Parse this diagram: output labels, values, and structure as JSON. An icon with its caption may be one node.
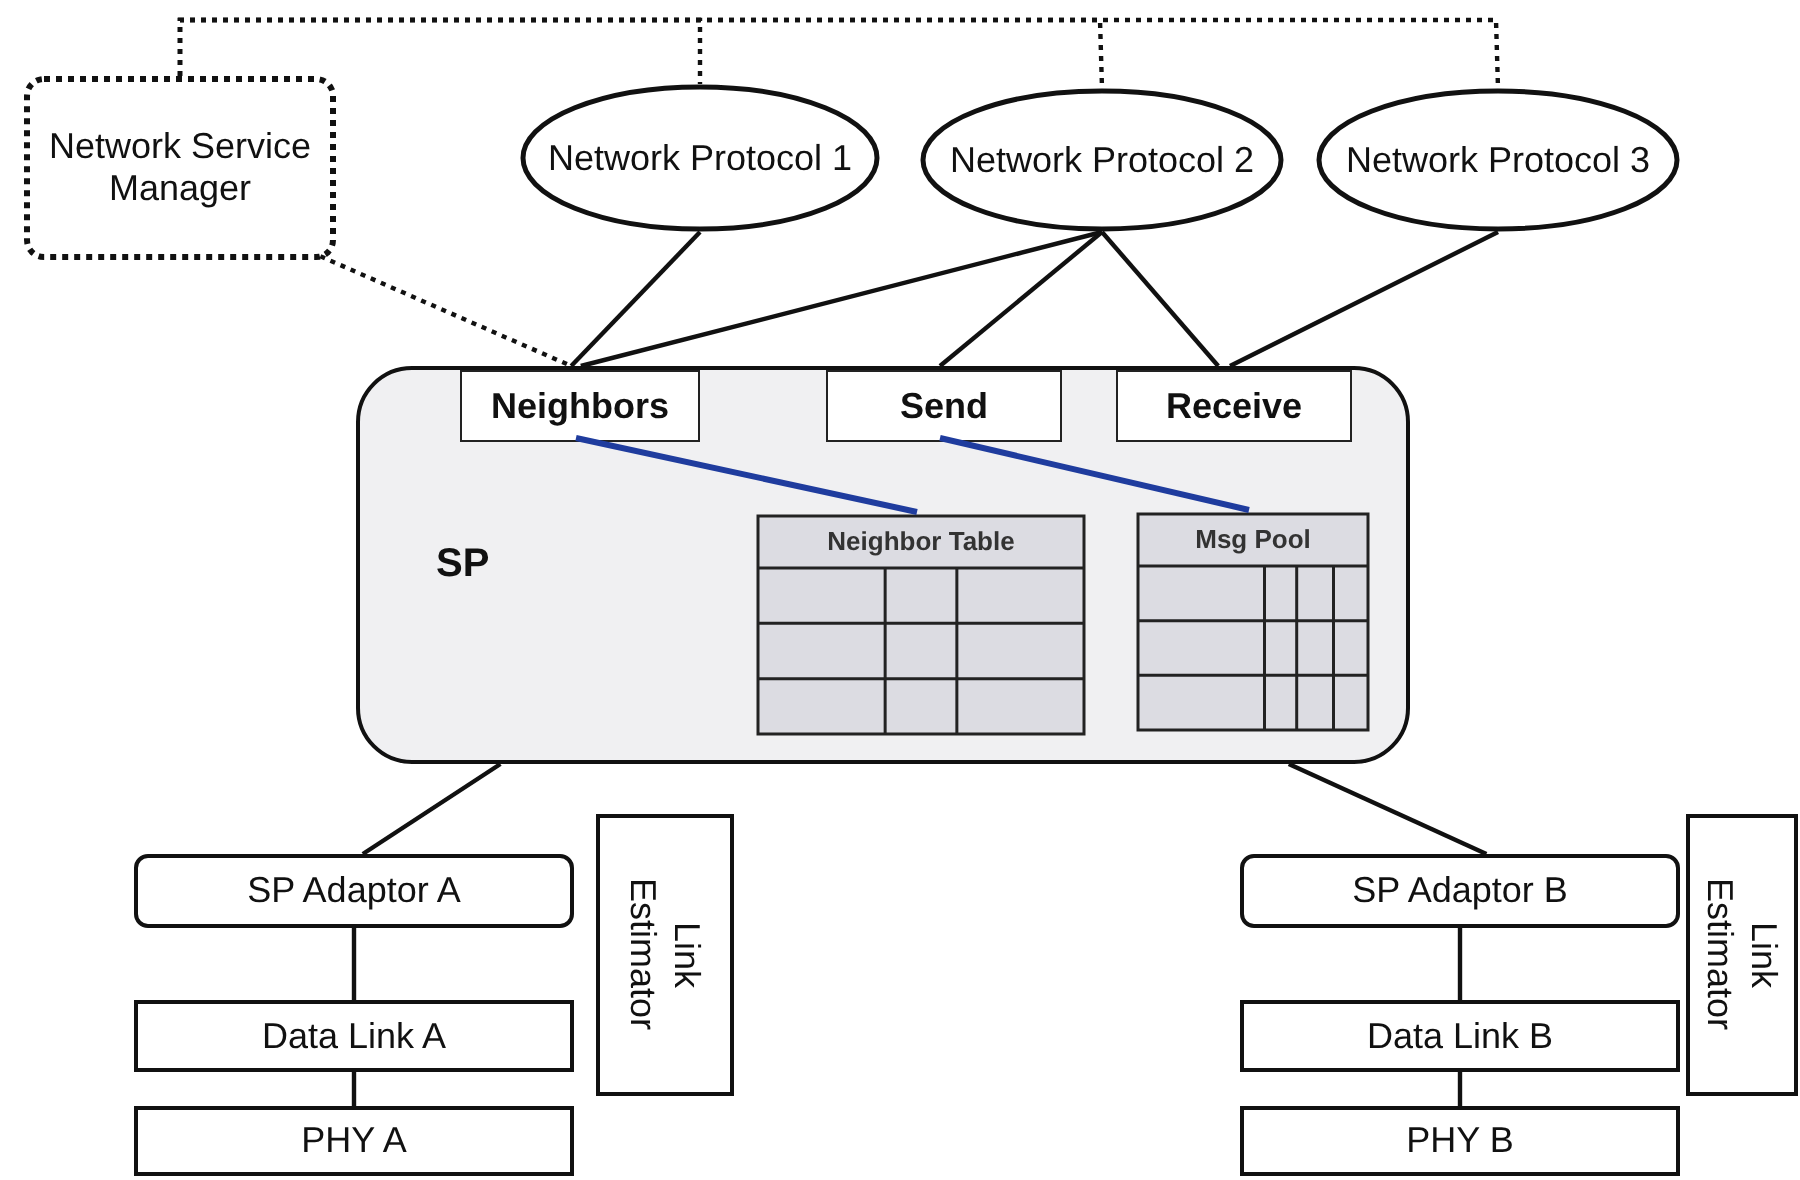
{
  "diagram": {
    "nodes": [
      {
        "text": [
          "Network Service Manager"
        ]
      },
      {
        "text": [
          "Network Protocol 1"
        ]
      },
      {
        "text": [
          "Network Protocol 2"
        ]
      },
      {
        "text": [
          "Network Protocol 3"
        ]
      },
      {
        "text": [
          "SP"
        ]
      },
      {
        "text": [
          "Neighbors"
        ],
        "in": 4
      },
      {
        "text": [
          "Send"
        ],
        "in": 4
      },
      {
        "text": [
          "Receive"
        ],
        "in": 4
      },
      {
        "text": [
          "Neighbor Table"
        ],
        "in": 4
      },
      {
        "text": [
          "Msg Pool"
        ],
        "in": 4
      },
      {
        "text": [
          "SP Adaptor A"
        ]
      },
      {
        "text": [
          "Data Link A"
        ]
      },
      {
        "text": [
          "PHY A"
        ]
      },
      {
        "text": [
          "Link Estimator"
        ]
      },
      {
        "text": [
          "SP Adaptor B"
        ]
      },
      {
        "text": [
          "Data Link B"
        ]
      },
      {
        "text": [
          "PHY B"
        ]
      },
      {
        "text": [
          "Link Estimator"
        ]
      }
    ],
    "edges": [
      {
        "from": 0,
        "to": 1,
        "arrow": "none",
        "style": "dashed"
      },
      {
        "from": 0,
        "to": 2,
        "arrow": "none",
        "style": "dashed"
      },
      {
        "from": 0,
        "to": 3,
        "arrow": "none",
        "style": "dashed"
      },
      {
        "from": 0,
        "to": 5,
        "arrow": "none",
        "style": "dashed"
      },
      {
        "from": 1,
        "to": 5,
        "arrow": "none"
      },
      {
        "from": 2,
        "to": 5,
        "arrow": "none"
      },
      {
        "from": 2,
        "to": 6,
        "arrow": "none"
      },
      {
        "from": 2,
        "to": 7,
        "arrow": "none"
      },
      {
        "from": 3,
        "to": 7,
        "arrow": "none"
      },
      {
        "from": 5,
        "to": 8,
        "arrow": "none",
        "color": "#1f3c9e"
      },
      {
        "from": 6,
        "to": 9,
        "arrow": "none",
        "color": "#1f3c9e"
      },
      {
        "from": 4,
        "to": 10,
        "arrow": "none"
      },
      {
        "from": 4,
        "to": 14,
        "arrow": "none"
      },
      {
        "from": 10,
        "to": 11,
        "arrow": "none"
      },
      {
        "from": 11,
        "to": 12,
        "arrow": "none"
      },
      {
        "from": 14,
        "to": 15,
        "arrow": "none"
      },
      {
        "from": 15,
        "to": 16,
        "arrow": "none"
      }
    ]
  }
}
